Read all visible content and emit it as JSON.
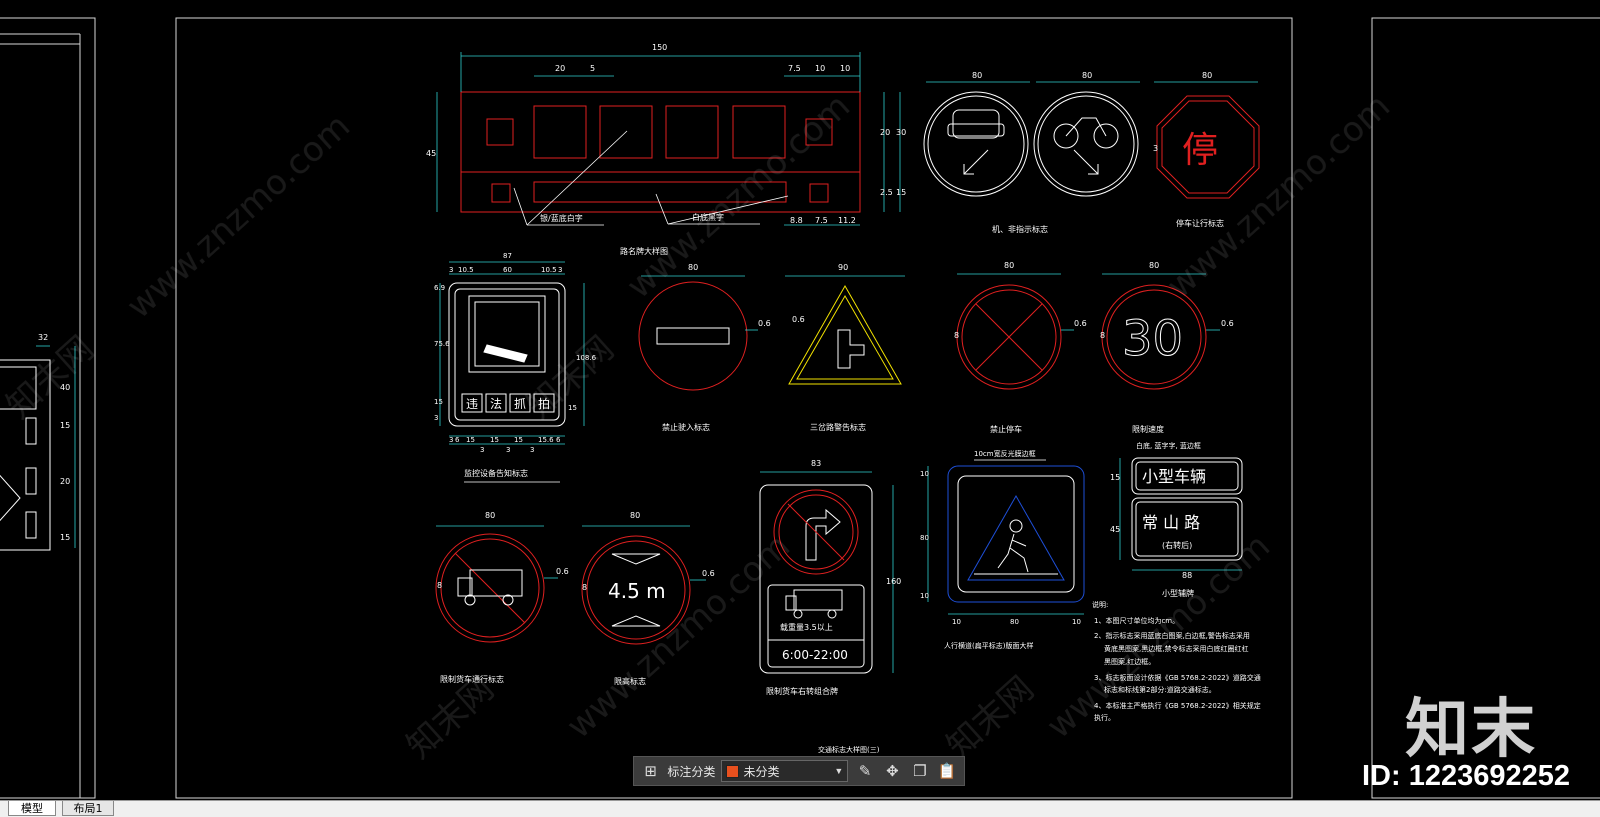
{
  "drawing": {
    "top_panel": {
      "dims": {
        "total": "150",
        "a": "20",
        "b": "5",
        "c": "7.5",
        "d": "10",
        "e": "10",
        "left": "45",
        "r1": "20",
        "r2": "30",
        "r3": "2.5",
        "r4": "15",
        "b1": "8.8",
        "b2": "7.5",
        "b3": "11.2"
      },
      "leader1": "银/蓝底白字",
      "leader2": "白底黑字",
      "caption": "路名牌大样图"
    },
    "sign_car_bike": {
      "dim1": "80",
      "dim2": "80",
      "caption": "机、非指示标志"
    },
    "sign_stop": {
      "dim": "80",
      "side": "3",
      "glyph": "停",
      "caption": "停车让行标志"
    },
    "sign_camera": {
      "dims": {
        "w": "87",
        "a": "3",
        "b": "10.5",
        "c": "60",
        "d": "10.5",
        "e": "3",
        "h": "108.6",
        "h1": "75.6",
        "h2": "6.9",
        "h3": "15",
        "h4": "3",
        "h5": "15"
      },
      "bottom_dims": [
        "3",
        "6",
        "15",
        "3",
        "15",
        "3",
        "15",
        "3",
        "15.6",
        "6"
      ],
      "text_chars": [
        "违",
        "法",
        "抓",
        "拍"
      ],
      "caption": "监控设备告知标志"
    },
    "sign_no_entry": {
      "dim": "80",
      "side": "0.6",
      "caption": "禁止驶入标志"
    },
    "sign_junction": {
      "dim": "90",
      "side": "0.6",
      "caption": "三岔路警告标志"
    },
    "sign_no_stop": {
      "dim": "80",
      "side": "0.6",
      "left": "8",
      "caption": "禁止停车"
    },
    "sign_speed": {
      "dim": "80",
      "side": "0.6",
      "left": "8",
      "value": "30",
      "caption": "限制速度"
    },
    "sign_truck": {
      "dim": "80",
      "side": "0.6",
      "left": "8",
      "caption": "限制货车通行标志"
    },
    "sign_height": {
      "dim": "80",
      "side": "0.6",
      "left": "8",
      "value": "4.5 m",
      "caption": "限高标志"
    },
    "sign_turn": {
      "dim": "83",
      "h": "160",
      "note": "载重量3.5以上",
      "time": "6:00-22:00",
      "caption": "限制货车右转组合牌"
    },
    "sign_ped": {
      "top": "10cm宽反光膜边框",
      "dims": {
        "w1": "10",
        "w2": "80",
        "w3": "10",
        "h1": "10",
        "h2": "80",
        "h3": "10"
      },
      "caption": "人行横道(扁平标志)版面大样"
    },
    "sign_road": {
      "top_note": "白底, 蓝字字, 蓝边框",
      "line1": "小型车辆",
      "line2": "常 山 路",
      "line3": "(右转后)",
      "dims": {
        "w": "88",
        "h1": "15",
        "h2": "45"
      },
      "caption": "小型辅牌"
    },
    "notes": {
      "title": "说明:",
      "items": [
        "1、本图尺寸单位均为cm。",
        "2、指示标志采用蓝底白图案,白边框,警告标志采用",
        "黄底黑图案,黑边框,禁令标志采用白底红圈红杠",
        "黑图案,红边框。",
        "3、标志板面设计依据《GB 5768.2-2022》道路交通",
        "标志和标线第2部分:道路交通标志。",
        "4、本标准主严格执行《GB 5768.2-2022》相关规定",
        "执行。"
      ]
    },
    "sheet_title": "交通标志大样图(三)",
    "left_partial": {
      "d1": "32",
      "d2": "40",
      "d3": "15",
      "d4": "20",
      "d5": "15"
    }
  },
  "toolbar": {
    "label": "标注分类",
    "select_value": "未分类",
    "swatch_color": "#e8501e"
  },
  "tabs": [
    {
      "label": "模型"
    },
    {
      "label": "布局1"
    }
  ],
  "watermark": {
    "site": "www.znzmo.com",
    "brand": "知末网",
    "logo": "知末",
    "id": "ID: 1223692252"
  }
}
